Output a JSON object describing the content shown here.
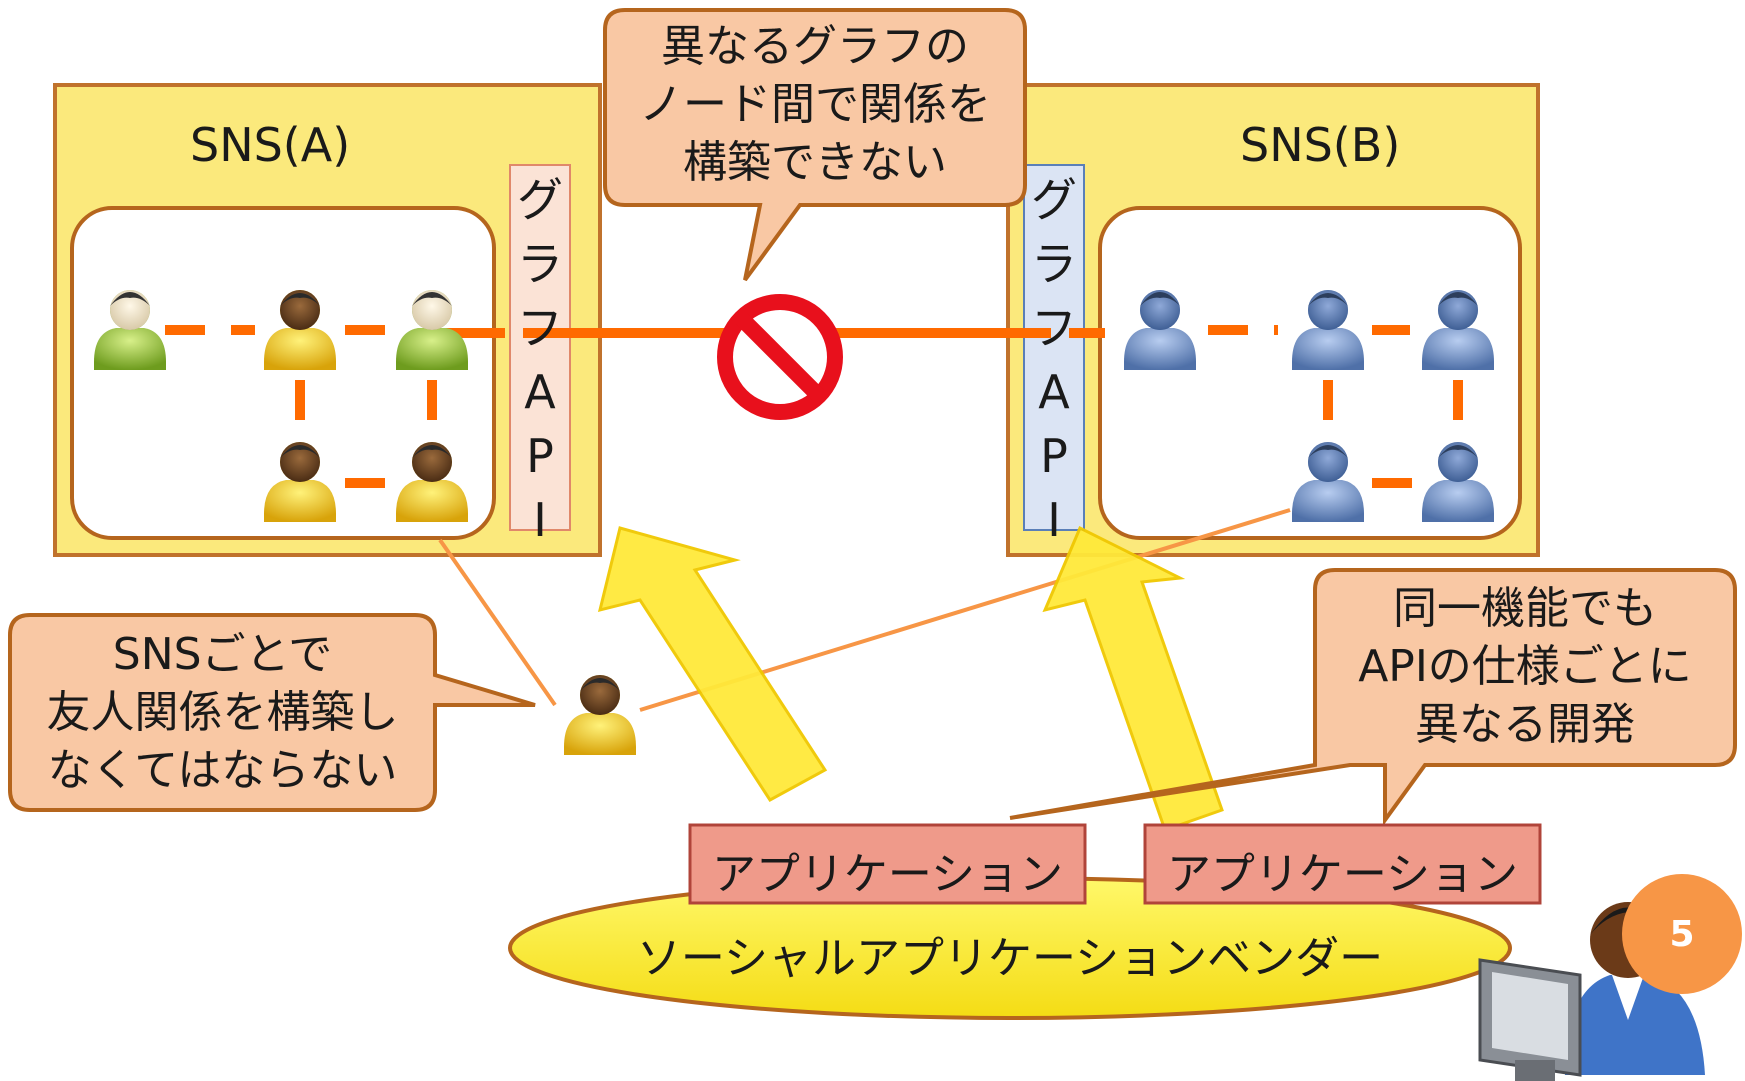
{
  "sns_a": {
    "title": "SNS(A)",
    "api_label": [
      "グ",
      "ラ",
      "フ",
      "A",
      "P",
      "I"
    ]
  },
  "sns_b": {
    "title": "SNS(B)",
    "api_label": [
      "グ",
      "ラ",
      "フ",
      "A",
      "P",
      "I"
    ]
  },
  "callout_top": {
    "lines": [
      "異なるグラフの",
      "ノード間で関係を",
      "構築できない"
    ]
  },
  "callout_left": {
    "lines": [
      "SNSごとで",
      "友人関係を構築し",
      "なくてはならない"
    ]
  },
  "callout_right": {
    "lines": [
      "同一機能でも",
      "APIの仕様ごとに",
      "異なる開発"
    ]
  },
  "apps": [
    "アプリケーション",
    "アプリケーション"
  ],
  "vendor": "ソーシャルアプリケーションベンダー",
  "page_number": "5",
  "colors": {
    "sns_bg": "#fbe97c",
    "sns_border": "#c0722c",
    "link": "#ff6a00",
    "callout_fill": "#f9c8a4",
    "callout_border": "#b5651d",
    "api_a": "#fbe3d6",
    "api_b": "#dbe4f4",
    "app_fill": "#ef9a8a",
    "arrow": "#ffe93a",
    "vendor_fill": "#fff03c",
    "badge": "#f79646"
  }
}
